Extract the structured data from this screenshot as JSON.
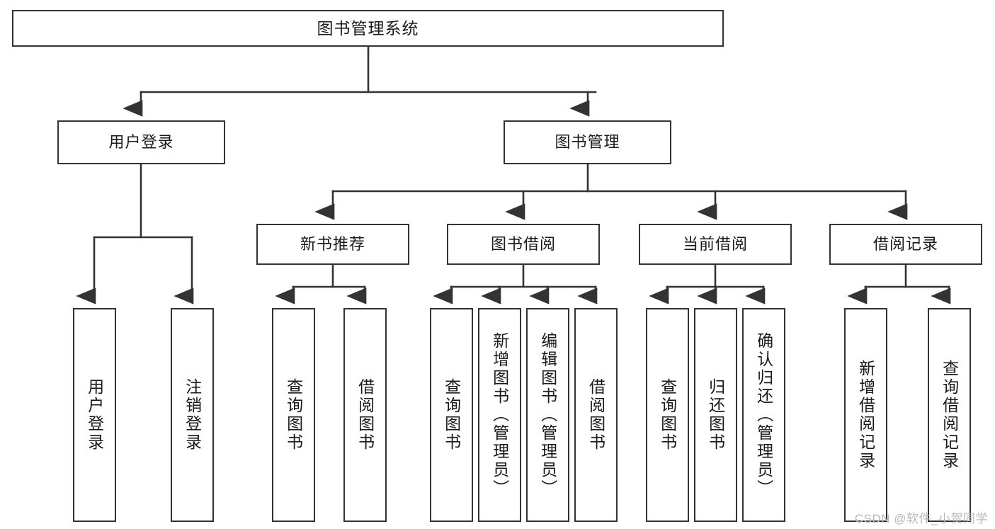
{
  "diagram": {
    "title": "图书管理系统",
    "watermark": "CSDN @软件_小贺同学",
    "accent_color": "#333333",
    "background_color": "#ffffff",
    "root": {
      "label": "图书管理系统"
    },
    "level2": [
      {
        "label": "用户登录"
      },
      {
        "label": "图书管理"
      }
    ],
    "level3": [
      {
        "label": "新书推荐"
      },
      {
        "label": "图书借阅"
      },
      {
        "label": "当前借阅"
      },
      {
        "label": "借阅记录"
      }
    ],
    "leaves": {
      "user_login": [
        {
          "label": "用户登录"
        },
        {
          "label": "注销登录"
        }
      ],
      "new_book": [
        {
          "label": "查询图书"
        },
        {
          "label": "借阅图书"
        }
      ],
      "book_borrow": [
        {
          "label": "查询图书"
        },
        {
          "label": "新增图书（管理员）"
        },
        {
          "label": "编辑图书（管理员）"
        },
        {
          "label": "借阅图书"
        }
      ],
      "current_borrow": [
        {
          "label": "查询图书"
        },
        {
          "label": "归还图书"
        },
        {
          "label": "确认归还（管理员）"
        }
      ],
      "borrow_record": [
        {
          "label": "新增借阅记录"
        },
        {
          "label": "查询借阅记录"
        }
      ]
    }
  }
}
